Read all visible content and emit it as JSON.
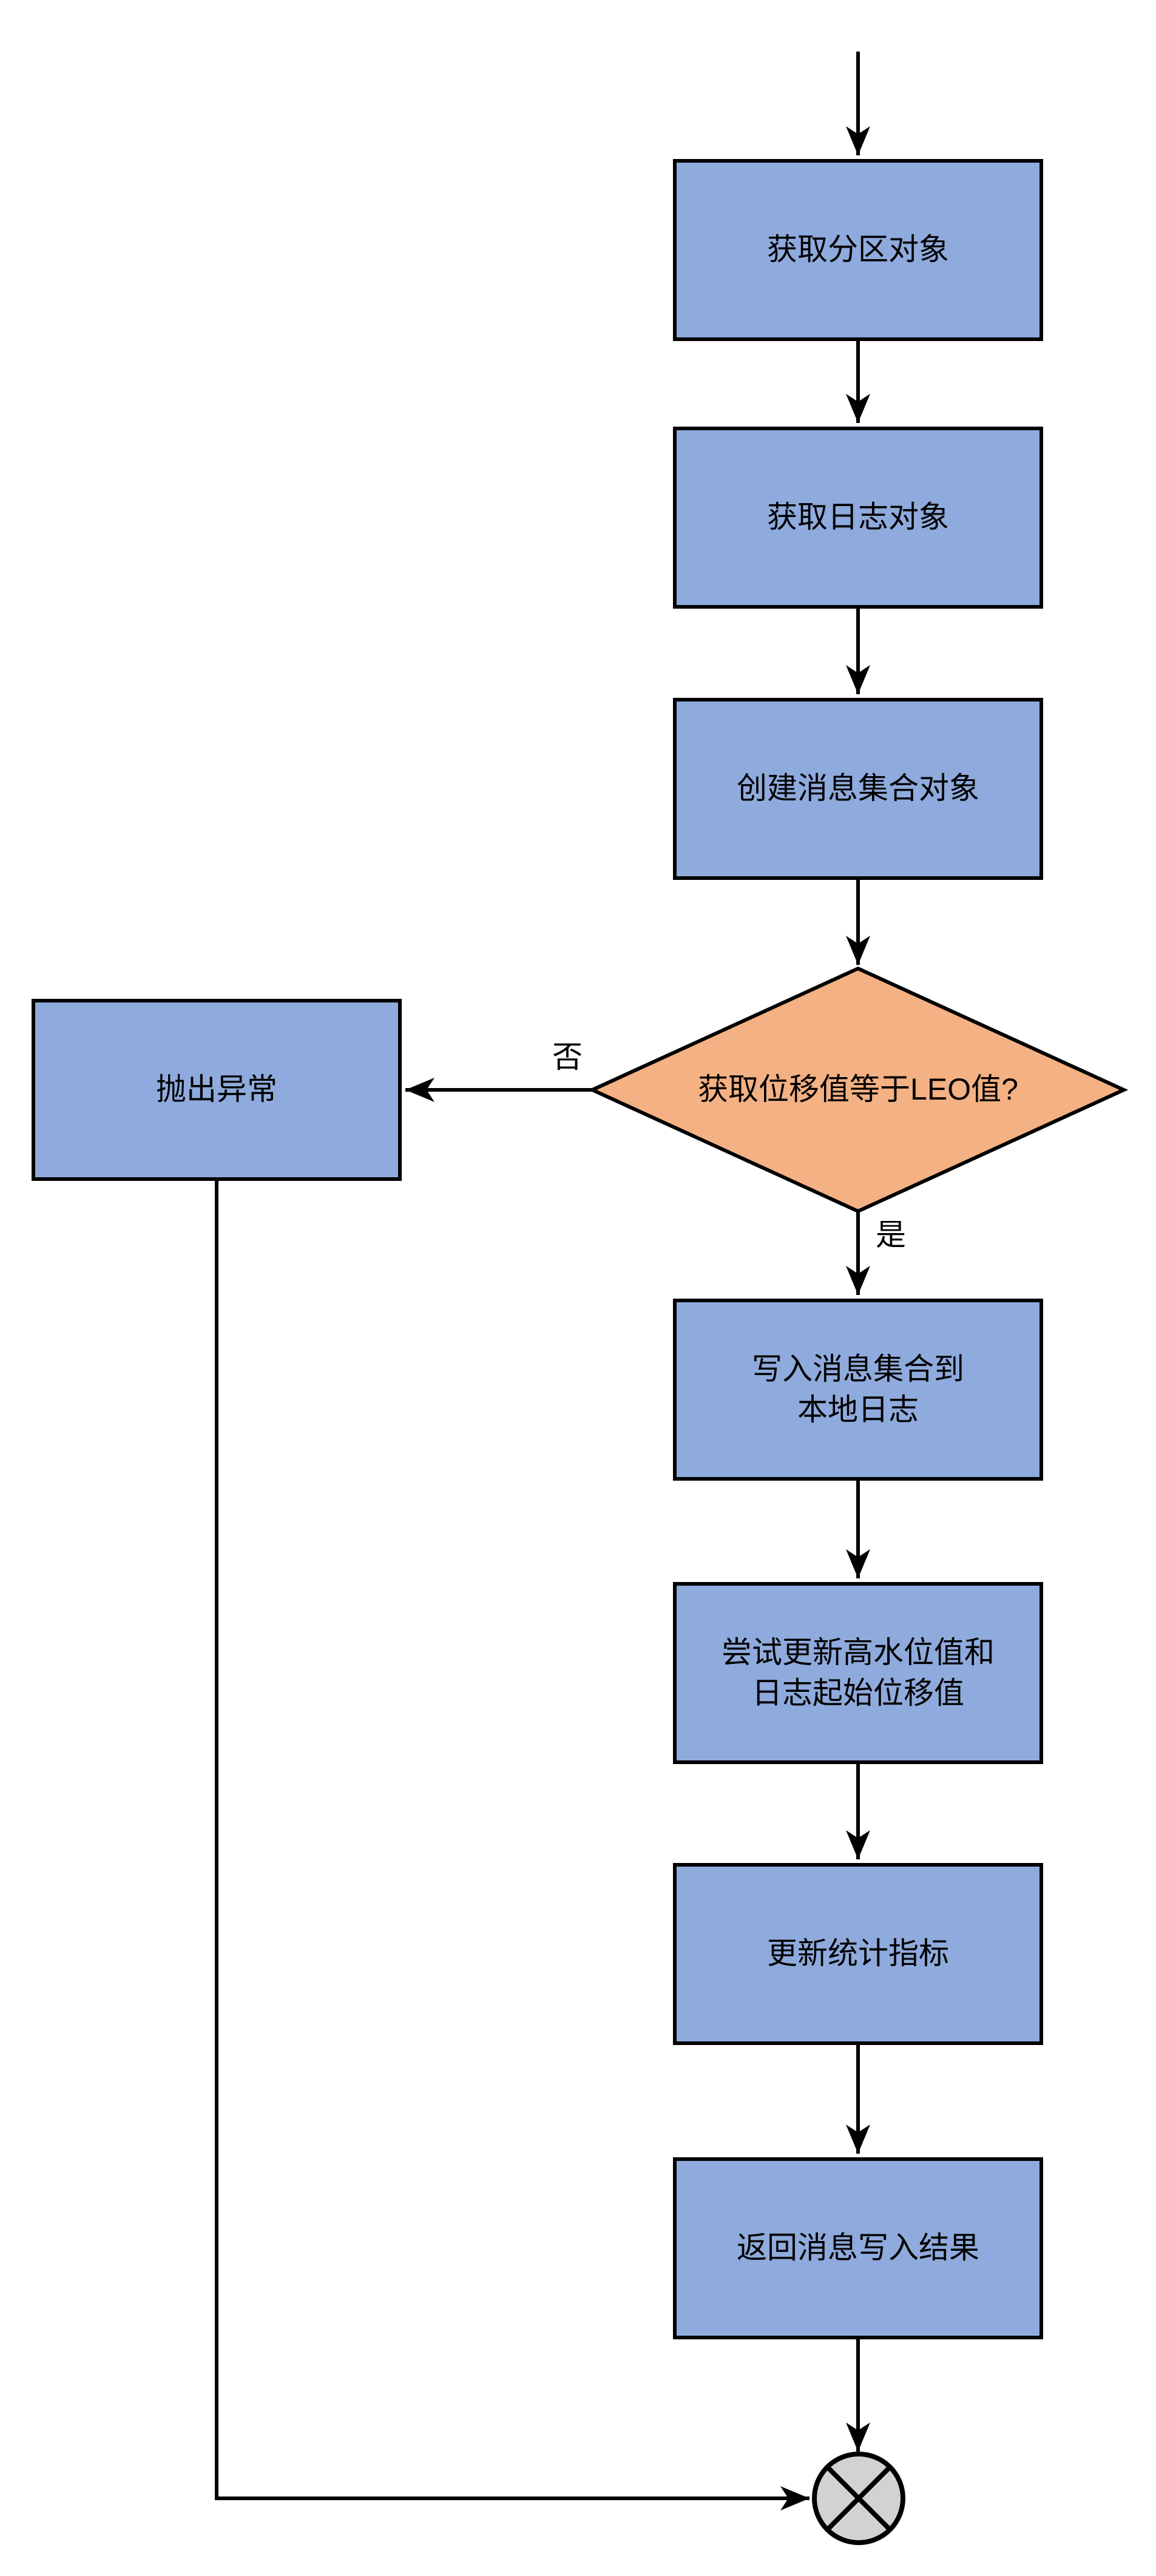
{
  "diagram": {
    "type": "flowchart",
    "nodes": {
      "get_partition": {
        "label": "获取分区对象",
        "shape": "process",
        "fill": "#8FAADC"
      },
      "get_log": {
        "label": "获取日志对象",
        "shape": "process",
        "fill": "#8FAADC"
      },
      "create_message_set": {
        "label": "创建消息集合对象",
        "shape": "process",
        "fill": "#8FAADC"
      },
      "offset_equals_leo": {
        "label": "获取位移值等于LEO值?",
        "shape": "decision",
        "fill": "#F4B183"
      },
      "throw_exception": {
        "label": "抛出异常",
        "shape": "process",
        "fill": "#8FAADC"
      },
      "write_message_set": {
        "label": "写入消息集合到\n本地日志",
        "shape": "process",
        "fill": "#8FAADC"
      },
      "update_hw_lso": {
        "label": "尝试更新高水位值和\n日志起始位移值",
        "shape": "process",
        "fill": "#8FAADC"
      },
      "update_stats": {
        "label": "更新统计指标",
        "shape": "process",
        "fill": "#8FAADC"
      },
      "return_result": {
        "label": "返回消息写入结果",
        "shape": "process",
        "fill": "#8FAADC"
      },
      "end": {
        "label": "",
        "shape": "crossed-circle-end",
        "fill": "#D3D2D2"
      }
    },
    "edge_labels": {
      "no": "否",
      "yes": "是"
    },
    "edges": [
      {
        "from": "start",
        "to": "get_partition",
        "label": ""
      },
      {
        "from": "get_partition",
        "to": "get_log",
        "label": ""
      },
      {
        "from": "get_log",
        "to": "create_message_set",
        "label": ""
      },
      {
        "from": "create_message_set",
        "to": "offset_equals_leo",
        "label": ""
      },
      {
        "from": "offset_equals_leo",
        "to": "throw_exception",
        "label": "否"
      },
      {
        "from": "offset_equals_leo",
        "to": "write_message_set",
        "label": "是"
      },
      {
        "from": "write_message_set",
        "to": "update_hw_lso",
        "label": ""
      },
      {
        "from": "update_hw_lso",
        "to": "update_stats",
        "label": ""
      },
      {
        "from": "update_stats",
        "to": "return_result",
        "label": ""
      },
      {
        "from": "return_result",
        "to": "end",
        "label": ""
      },
      {
        "from": "throw_exception",
        "to": "end",
        "label": ""
      }
    ],
    "colors": {
      "process_fill": "#8FAADC",
      "decision_fill": "#F4B183",
      "end_fill": "#D3D2D2",
      "stroke": "#000000",
      "background": "#FFFFFF"
    }
  }
}
